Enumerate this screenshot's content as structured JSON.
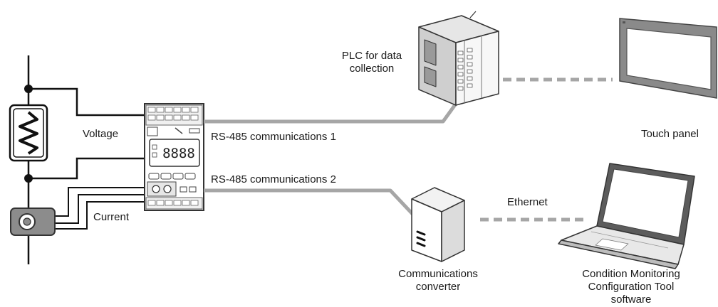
{
  "labels": {
    "voltage": "Voltage",
    "current": "Current",
    "rs485_1": "RS-485 communications 1",
    "rs485_2": "RS-485 communications 2",
    "ethernet": "Ethernet",
    "plc": [
      "PLC for data",
      "collection"
    ],
    "touch_panel": "Touch panel",
    "converter": [
      "Communications",
      "converter"
    ],
    "software": [
      "Condition Monitoring",
      "Configuration Tool",
      "software"
    ]
  },
  "device_display": "8888",
  "colors": {
    "line": "#111111",
    "cable": "#a6a6a6",
    "dashed": "#a6a6a6",
    "device_border": "#333333",
    "panel_frame": "#8a8a8a"
  }
}
